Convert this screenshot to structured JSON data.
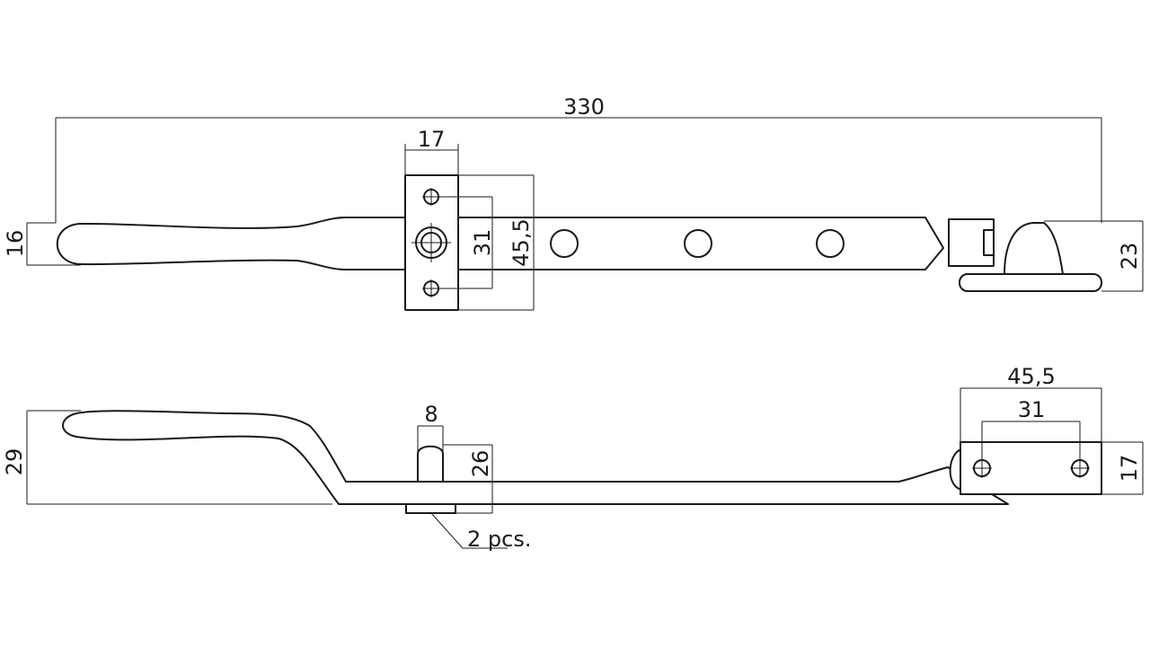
{
  "drawing": {
    "top_view": {
      "overall_length": "330",
      "plate_width": "17",
      "bar_height": "16",
      "hole_spacing": "31",
      "plate_height": "45,5",
      "rest_height": "23"
    },
    "side_view": {
      "handle_height": "29",
      "pin_width": "8",
      "pin_height": "26",
      "pin_note": "2 pcs.",
      "bracket_width": "45,5",
      "bracket_hole_spacing": "31",
      "bracket_height": "17"
    }
  }
}
